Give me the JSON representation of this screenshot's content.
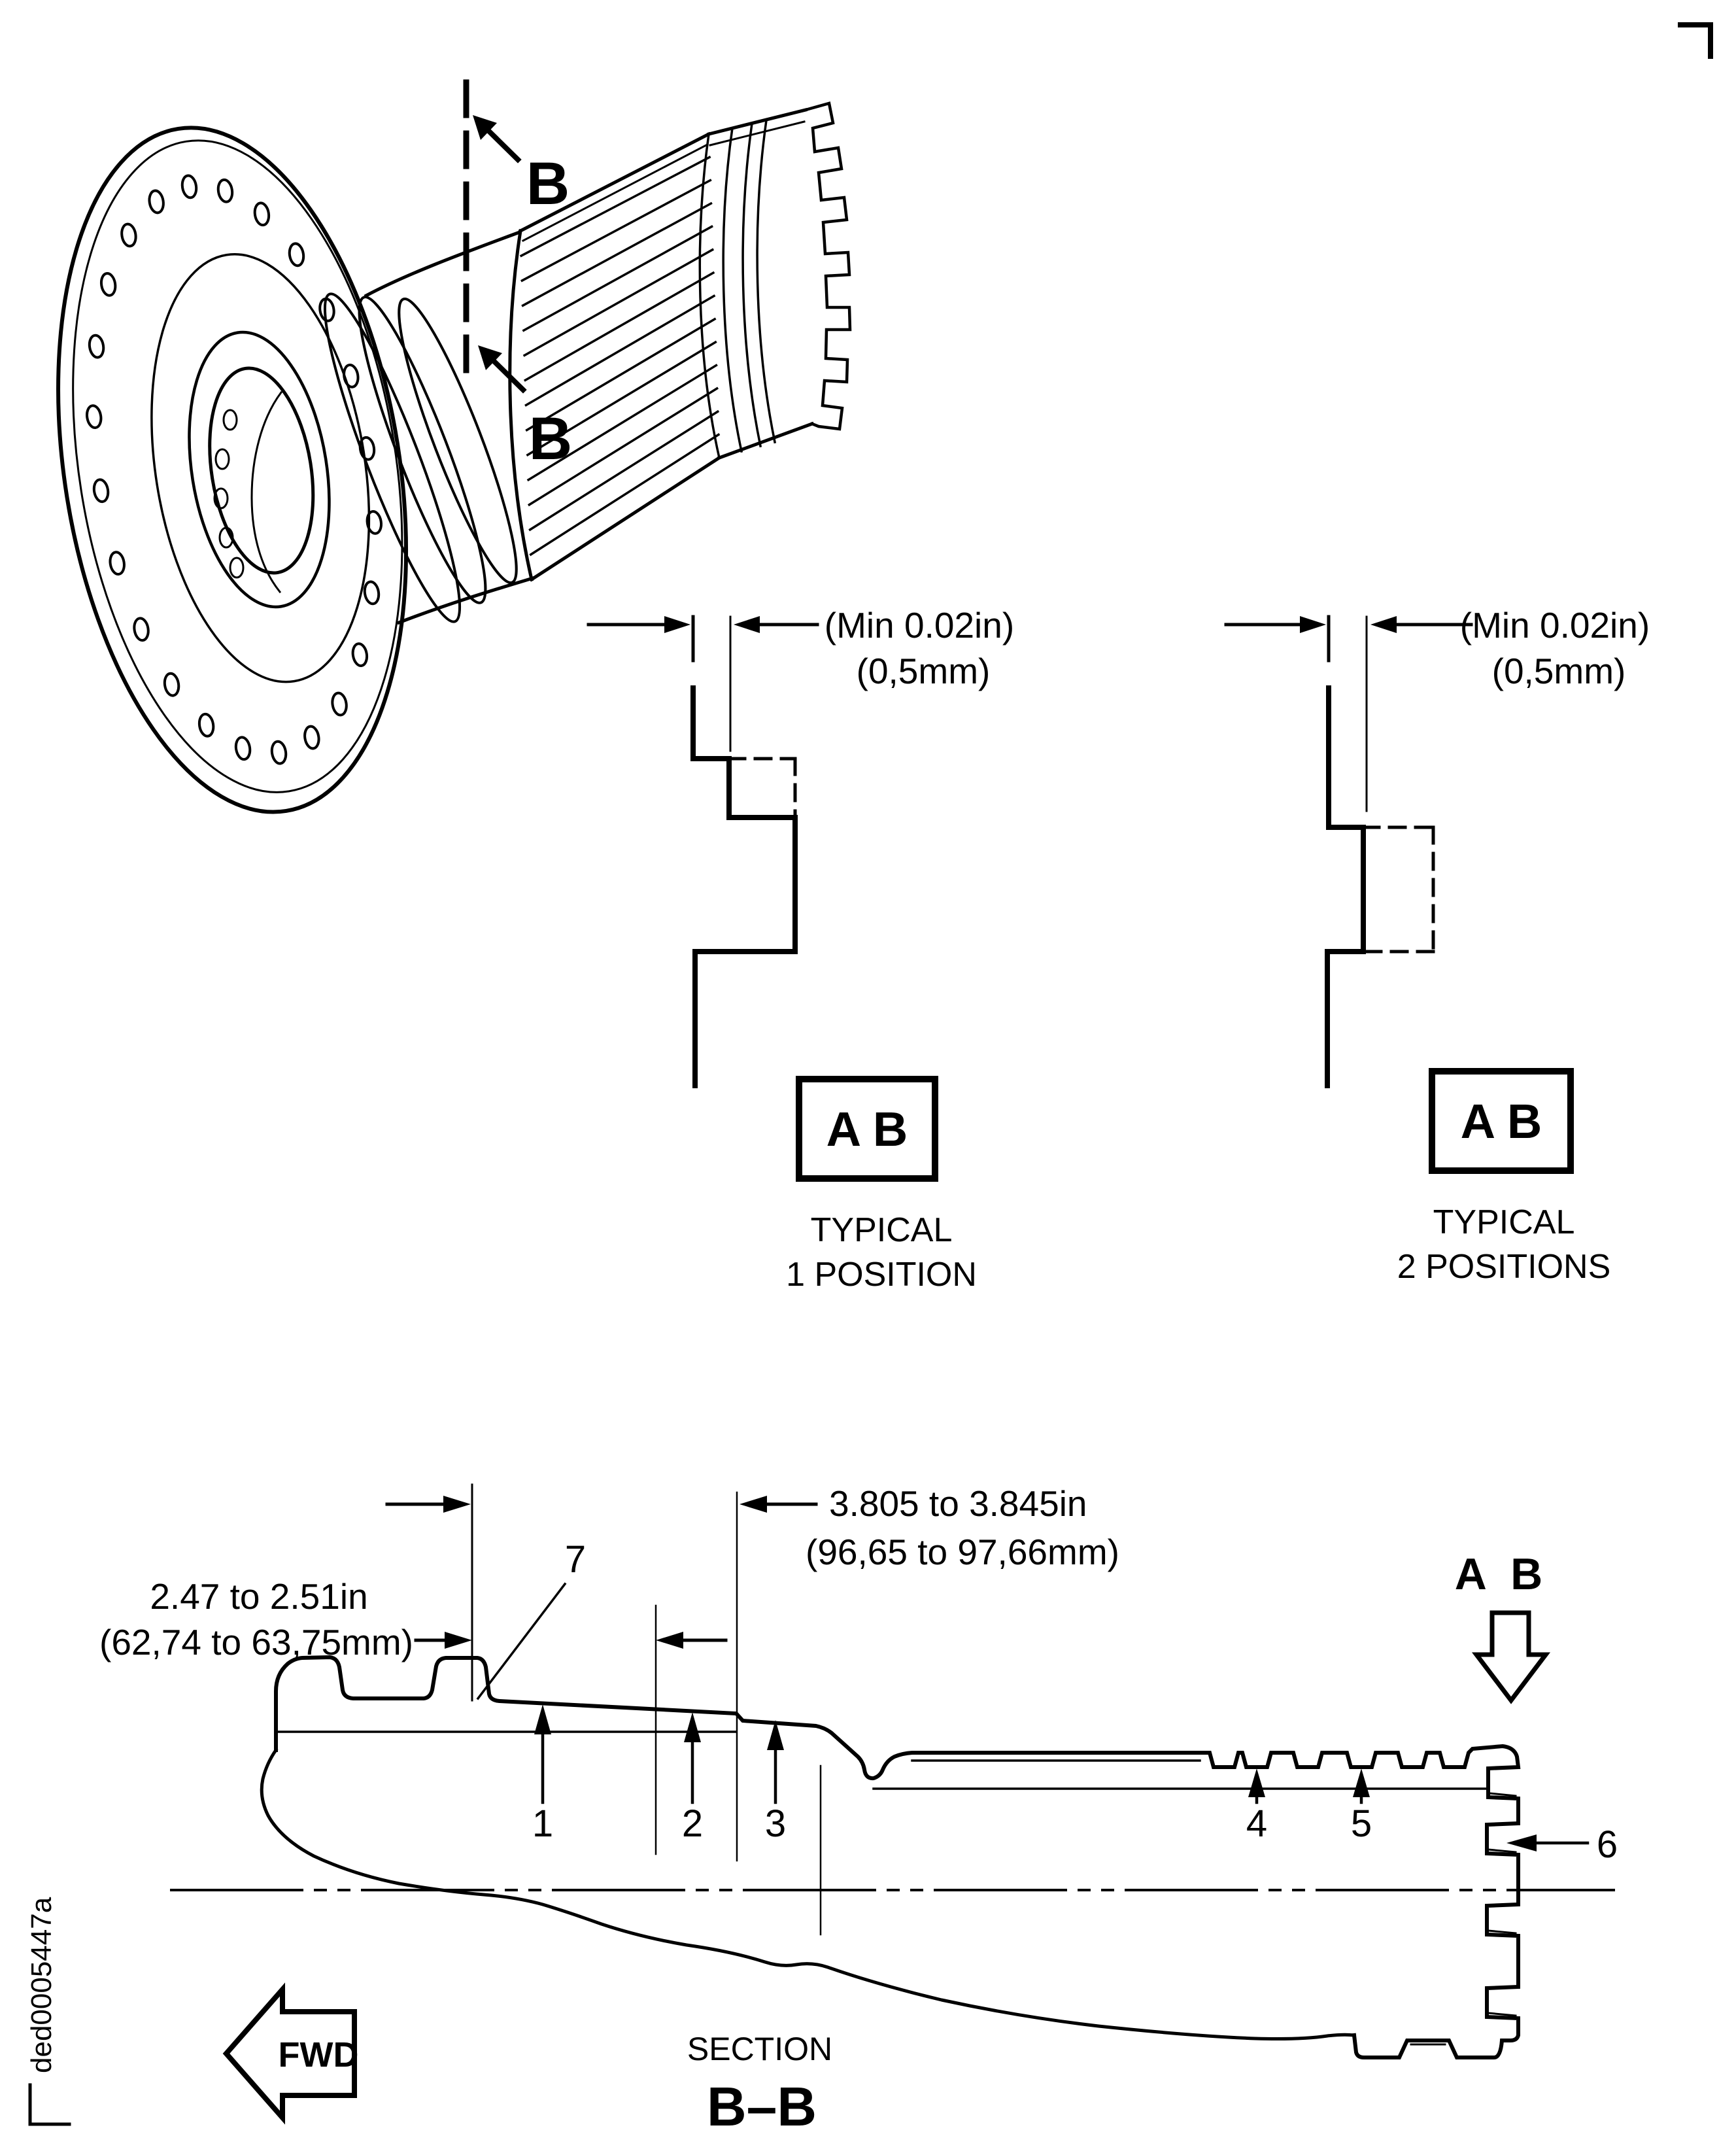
{
  "page": {
    "background": "#ffffff",
    "ink": "#000000"
  },
  "iso_view": {
    "section_label_top": "B",
    "section_label_bottom": "B"
  },
  "detail_views": {
    "left": {
      "dim_line1": "(Min 0.02in)",
      "dim_line2": "(0,5mm)",
      "datum": "A B",
      "caption_line1": "TYPICAL",
      "caption_line2": "1 POSITION"
    },
    "right": {
      "dim_line1": "(Min 0.02in)",
      "dim_line2": "(0,5mm)",
      "datum": "A B",
      "caption_line1": "TYPICAL",
      "caption_line2": "2 POSITIONS"
    }
  },
  "section_view": {
    "dim_width_line1": "3.805 to 3.845in",
    "dim_width_line2": "(96,65 to 97,66mm)",
    "dim_offset_line1": "2.47 to 2.51in",
    "dim_offset_line2": "(62,74 to 63,75mm)",
    "datum": "A B",
    "callouts": [
      "1",
      "2",
      "3",
      "4",
      "5",
      "6",
      "7"
    ],
    "fwd_label": "FWD",
    "title_line1": "SECTION",
    "title_line2": "B–B"
  },
  "figure_id": "ded0005447a"
}
